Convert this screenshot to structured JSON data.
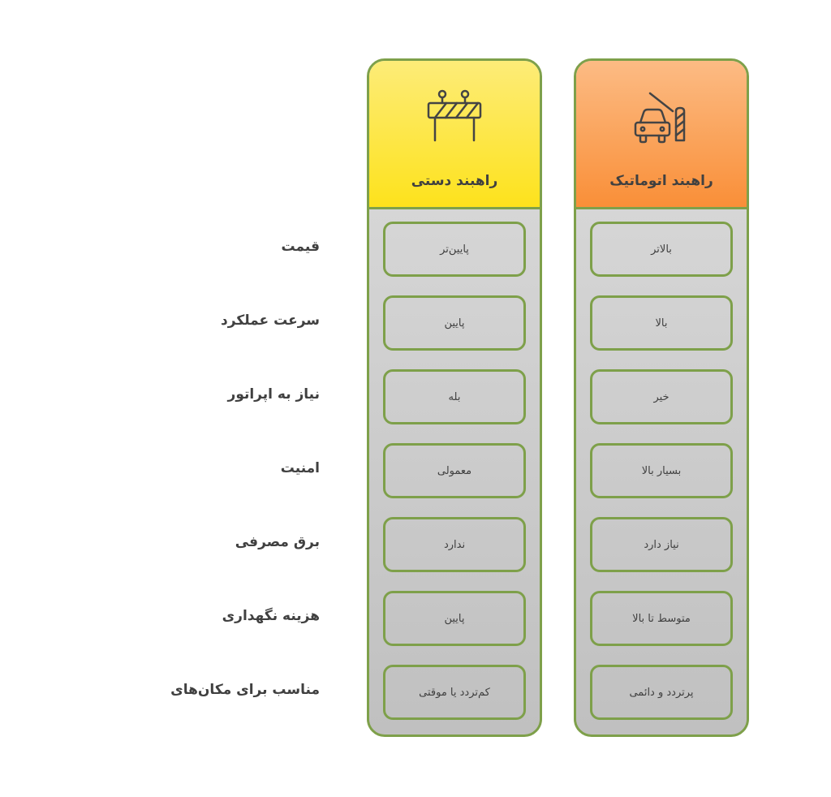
{
  "colors": {
    "border_green": "#7ea04a",
    "manual_header_top": "#fdec78",
    "manual_header_bottom": "#fde21c",
    "auto_header_top": "#fcbb84",
    "auto_header_bottom": "#f98f38",
    "body_gray": "#d0d0d0",
    "text": "#404040"
  },
  "row_labels": [
    "قیمت",
    "سرعت عملکرد",
    "نیاز به اپراتور",
    "امنیت",
    "برق مصرفی",
    "هزینه نگهداری",
    "مناسب برای مکان‌های"
  ],
  "columns": {
    "manual": {
      "title": "راهبند دستی",
      "icon": "road-barrier-icon",
      "values": [
        "پایین‌تر",
        "پایین",
        "بله",
        "معمولی",
        "ندارد",
        "پایین",
        "کم‌تردد یا موقتی"
      ]
    },
    "automatic": {
      "title": "راهبند اتوماتیک",
      "icon": "car-boom-gate-icon",
      "values": [
        "بالاتر",
        "بالا",
        "خیر",
        "بسیار بالا",
        "نیاز دارد",
        "متوسط تا بالا",
        "پرتردد و دائمی"
      ]
    }
  }
}
